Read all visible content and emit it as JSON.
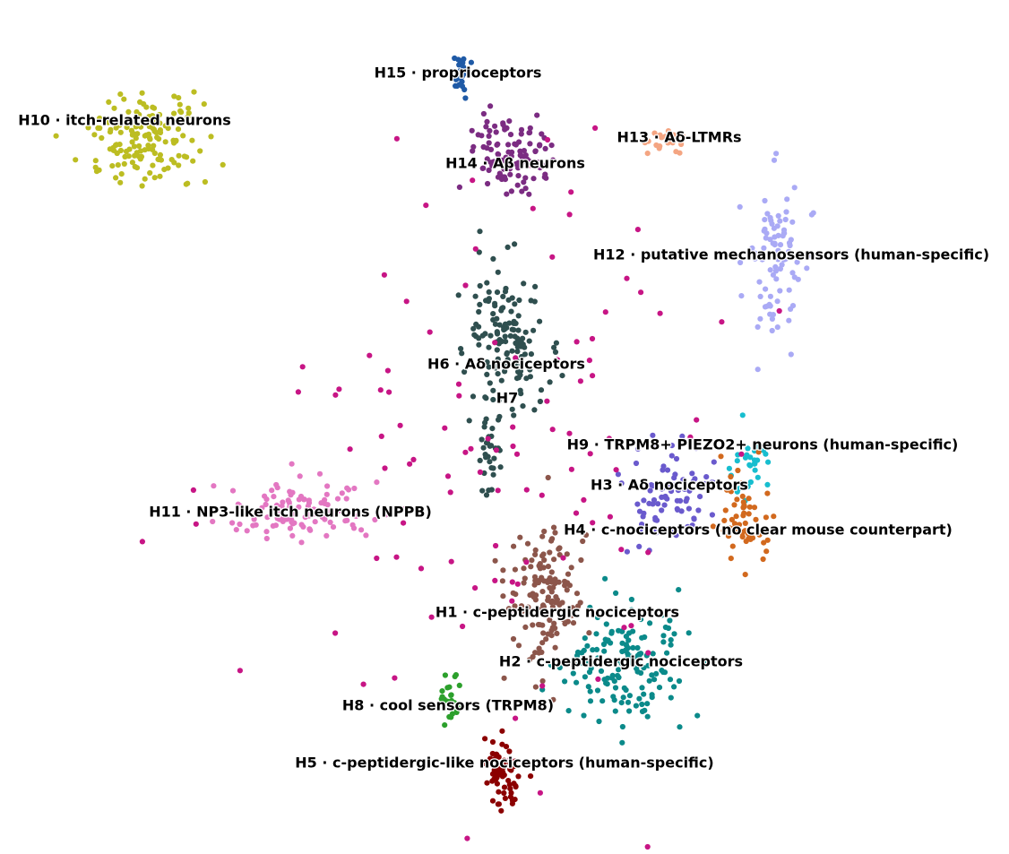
{
  "chart_data": {
    "type": "scatter",
    "title": "",
    "xlabel": "",
    "ylabel": "",
    "axes_visible": false,
    "grid": false,
    "legend": "none (labels placed on clusters)",
    "point_colors_note": "clusters colored individually; magenta points are scattered doublet-like cells",
    "clusters": [
      {
        "name": "H15 · proprioceptors",
        "color": "#1f5aa6",
        "label_at": [
          511,
          82
        ],
        "center": [
          514,
          80
        ],
        "spread": [
          12,
          22
        ],
        "n": 30
      },
      {
        "name": "H10 · itch-related neurons",
        "color": "#bcbd22",
        "label_at": [
          139,
          135
        ],
        "center": [
          165,
          155
        ],
        "spread": [
          70,
          55
        ],
        "n": 150
      },
      {
        "name": "H13 · Aδ-LTMRs",
        "color": "#f4a582",
        "label_at": [
          758,
          154
        ],
        "center": [
          745,
          162
        ],
        "spread": [
          35,
          18
        ],
        "n": 18
      },
      {
        "name": "H14 · Aβ neurons",
        "color": "#7b2c82",
        "label_at": [
          575,
          183
        ],
        "center": [
          568,
          172
        ],
        "spread": [
          45,
          50
        ],
        "n": 110
      },
      {
        "name": "H12 · putative mechanosensors (human-specific)",
        "color": "#aaaaf5",
        "label_at": [
          883,
          285
        ],
        "center": [
          865,
          290
        ],
        "spread": [
          35,
          100
        ],
        "n": 90
      },
      {
        "name": "H6 · Aδ nociceptors",
        "color": "#2f4f4f",
        "label_at": [
          565,
          407
        ],
        "center": [
          562,
          380
        ],
        "spread": [
          50,
          90
        ],
        "n": 150
      },
      {
        "name": "H7",
        "color": "#2f4f4f",
        "label_at": [
          566,
          445
        ],
        "center": [
          548,
          505
        ],
        "spread": [
          15,
          50
        ],
        "n": 30
      },
      {
        "name": "H9 · TRPM8+ PIEZO2+ neurons (human-specific)",
        "color": "#17becf",
        "label_at": [
          851,
          497
        ],
        "center": [
          840,
          515
        ],
        "spread": [
          25,
          45
        ],
        "n": 30
      },
      {
        "name": "H3 · Aδ nociceptors",
        "color": "#6a5acd",
        "label_at": [
          747,
          542
        ],
        "center": [
          740,
          545
        ],
        "spread": [
          60,
          55
        ],
        "n": 80
      },
      {
        "name": "H4 · c-nociceptors (no clear mouse counterpart)",
        "color": "#d2691e",
        "label_at": [
          846,
          592
        ],
        "center": [
          830,
          580
        ],
        "spread": [
          35,
          65
        ],
        "n": 55
      },
      {
        "name": "H11 · NP3-like itch neurons (NPPB)",
        "color": "#e377c2",
        "label_at": [
          324,
          572
        ],
        "center": [
          340,
          570
        ],
        "spread": [
          95,
          35
        ],
        "n": 110
      },
      {
        "name": "H1 · c-peptidergic nociceptors",
        "color": "#8c564b",
        "label_at": [
          622,
          684
        ],
        "center": [
          610,
          670
        ],
        "spread": [
          50,
          90
        ],
        "n": 140
      },
      {
        "name": "H2 · c-peptidergic nociceptors",
        "color": "#0b8a8a",
        "label_at": [
          693,
          739
        ],
        "center": [
          700,
          740
        ],
        "spread": [
          70,
          75
        ],
        "n": 150
      },
      {
        "name": "H8 · cool sensors (TRPM8)",
        "color": "#2ca02c",
        "label_at": [
          500,
          788
        ],
        "center": [
          503,
          782
        ],
        "spread": [
          14,
          32
        ],
        "n": 25
      },
      {
        "name": "H5 · c-peptidergic-like nociceptors (human-specific)",
        "color": "#8b0000",
        "label_at": [
          563,
          852
        ],
        "center": [
          560,
          860
        ],
        "spread": [
          20,
          40
        ],
        "n": 70
      },
      {
        "name": "scattered (doublet-like)",
        "color": "#c71585",
        "label_at": null,
        "center": [
          560,
          480
        ],
        "spread": [
          300,
          360
        ],
        "n": 110
      }
    ]
  }
}
